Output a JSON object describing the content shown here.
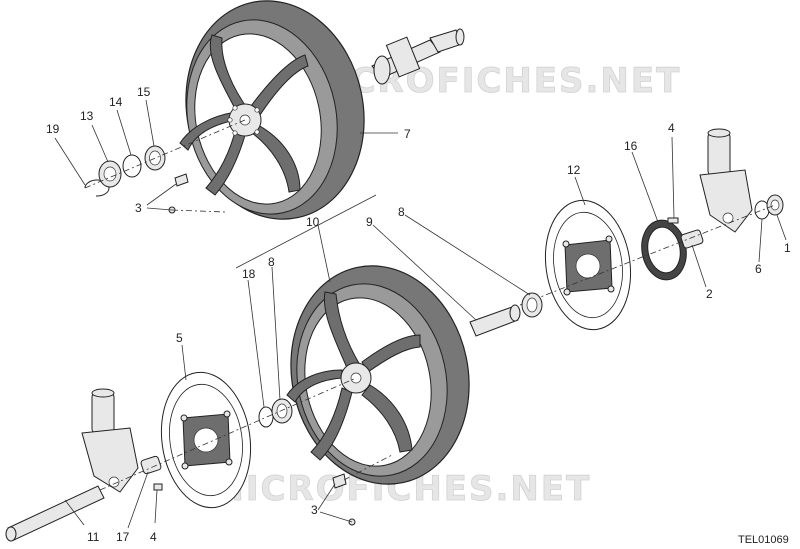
{
  "watermark": {
    "top": "MICROFICHES.NET",
    "bottom": "MICROFICHES.NET"
  },
  "reference_code": "TEL01069",
  "callouts": {
    "c19": "19",
    "c13": "13",
    "c14": "14",
    "c15": "15",
    "c3_top": "3",
    "c7": "7",
    "c4_right": "4",
    "c16": "16",
    "c12": "12",
    "c1": "1",
    "c6": "6",
    "c2": "2",
    "c10": "10",
    "c9": "9",
    "c8_right": "8",
    "c18": "18",
    "c8_left": "8",
    "c5": "5",
    "c11": "11",
    "c17": "17",
    "c4_left": "4",
    "c3_bottom": "3"
  }
}
